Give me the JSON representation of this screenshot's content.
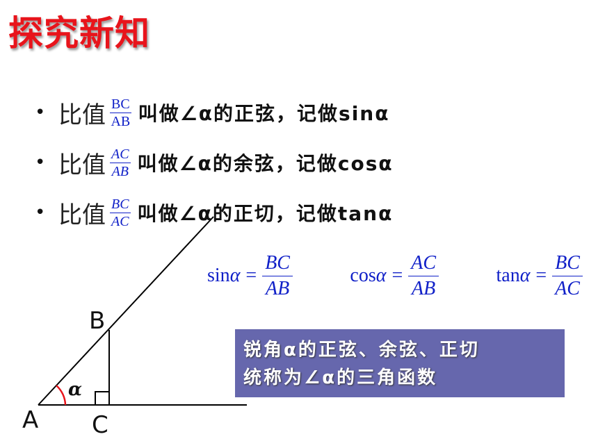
{
  "title": "探究新知",
  "bullets": [
    {
      "prefix": "比值",
      "num": "BC",
      "den": "AB",
      "italic": false,
      "desc": "叫做∠α的正弦，记做sinα"
    },
    {
      "prefix": "比值",
      "num": "AC",
      "den": "AB",
      "italic": true,
      "desc": "叫做∠α的余弦，记做cosα"
    },
    {
      "prefix": "比值",
      "num": "BC",
      "den": "AC",
      "italic": true,
      "desc": "叫做∠α的正切，记做tanα"
    }
  ],
  "formulas": [
    {
      "fn": "sin",
      "var": "α",
      "num": "BC",
      "den": "AB"
    },
    {
      "fn": "cos",
      "var": "α",
      "num": "AC",
      "den": "AB"
    },
    {
      "fn": "tan",
      "var": "α",
      "num": "BC",
      "den": "AC"
    }
  ],
  "note": {
    "line1": "锐角α的正弦、余弦、正切",
    "line2": "统称为∠α的三角函数"
  },
  "triangle": {
    "vertex_a": "A",
    "vertex_b": "B",
    "vertex_c": "C",
    "angle_label": "α",
    "arc_color": "#e8141b"
  },
  "colors": {
    "title": "#e8141b",
    "formula": "#1020c8",
    "note_bg": "#6667ad"
  }
}
